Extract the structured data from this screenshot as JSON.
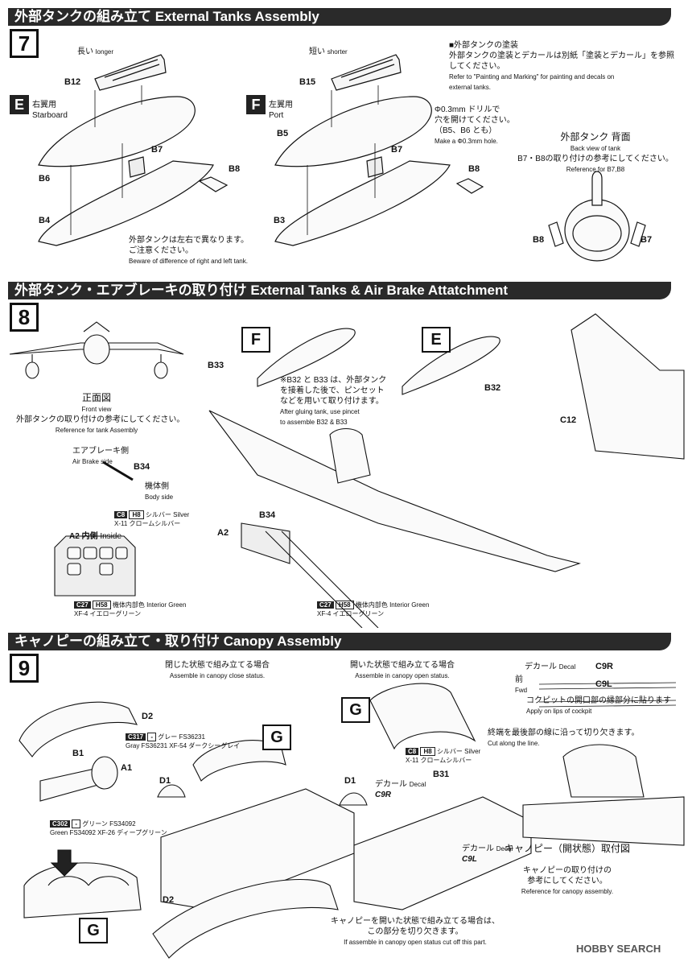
{
  "step7": {
    "number": "7",
    "title": "外部タンクの組み立て External Tanks Assembly",
    "longer_jp": "長い",
    "longer_en": "longer",
    "shorter_jp": "短い",
    "shorter_en": "shorter",
    "E": {
      "letter": "E",
      "jp": "右翼用",
      "en": "Starboard"
    },
    "F": {
      "letter": "F",
      "jp": "左翼用",
      "en": "Port"
    },
    "parts_left": [
      "B12",
      "B6",
      "B4",
      "B7",
      "B8"
    ],
    "parts_right": [
      "B15",
      "B5",
      "B3",
      "B7",
      "B8"
    ],
    "paint_note_title": "■外部タンクの塗装",
    "paint_note_jp": "外部タンクの塗装とデカールは別紙「塗装とデカール」を参照してください。",
    "paint_note_jp1": "外部タンクの塗装とデカールは別紙「塗装とデカール」を参照",
    "paint_note_jp2": "してください。",
    "paint_note_en1": "Refer to \"Painting and Marking\" for painting and   decals on",
    "paint_note_en2": "external tanks.",
    "drill_jp1": "Φ0.3mm ドリルで",
    "drill_jp2": "穴を開けてください。",
    "drill_jp3": "（B5、B6 とも）",
    "drill_en": "Make a Φ0.3mm hole.",
    "back_jp": "外部タンク 背面",
    "back_en": "Back view of tank",
    "back_ref_jp": "B7・B8の取り付けの参考にしてください。",
    "back_ref_en": "Reference for B7,B8",
    "back_parts": [
      "B8",
      "B7"
    ],
    "diff_jp1": "外部タンクは左右で異なります。",
    "diff_jp2": "ご注意ください。",
    "diff_en": "Beware of difference of right and left tank."
  },
  "step8": {
    "number": "8",
    "title": "外部タンク・エアブレーキの取り付け External Tanks & Air Brake Attatchment",
    "front_jp": "正面図",
    "front_en": "Front view",
    "front_ref_jp": "外部タンクの取り付けの参考にしてください。",
    "front_ref_en": "Reference for tank Assembly",
    "airbrake_jp": "エアブレーキ側",
    "airbrake_en": "Air Brake side",
    "body_jp": "機体側",
    "body_en": "Body side",
    "part_b34": "B34",
    "paint_silver": {
      "code": "C8",
      "code2": "H8",
      "jp": "シルバー",
      "en": "Silver",
      "x": "X-11 クロームシルバー"
    },
    "a2_title": "A2 内側",
    "a2_en": "Inside",
    "paint_green": {
      "code": "C27",
      "code2": "H58",
      "jp": "機体内部色",
      "en": "Interior Green",
      "x": "XF-4 イエローグリーン"
    },
    "F": "F",
    "E": "E",
    "parts": [
      "B33",
      "B32",
      "C12",
      "B34",
      "A2"
    ],
    "pincet_jp1": "※B32 と B33 は、外部タンク",
    "pincet_jp2": "を接着した後で、ピンセット",
    "pincet_jp3": "などを用いて取り付けます。",
    "pincet_en1": "After gluing tank, use pincet",
    "pincet_en2": "to assemble B32 & B33"
  },
  "step9": {
    "number": "9",
    "title": "キャノピーの組み立て・取り付け Canopy Assembly",
    "close_jp": "閉じた状態で組み立てる場合",
    "close_en": "Assemble in canopy close status.",
    "open_jp": "開いた状態で組み立てる場合",
    "open_en": "Assemble in canopy open status.",
    "decal_jp": "デカール",
    "decal_en": "Decal",
    "c9r": "C9R",
    "c9l": "C9L",
    "fwd_jp": "前",
    "fwd_en": "Fwd",
    "lips_jp": "コクピットの開口部の縁部分に貼ります",
    "lips_en": "Apply on lips of cockpit",
    "parts_left": [
      "D2",
      "B1",
      "A1",
      "D1",
      "D2"
    ],
    "paint_gray": {
      "code": "C317",
      "code2": "-",
      "jp": "グレー FS36231",
      "en": "Gray FS36231",
      "x": "XF-54 ダークシーグレイ"
    },
    "paint_green2": {
      "code": "C302",
      "code2": "-",
      "jp": "グリーン FS34092",
      "en": "Green FS34092",
      "x": "XF-26 ディープグリーン"
    },
    "G": "G",
    "cut_jp": "終端を最後部の線に沿って切り欠きます。",
    "cut_en": "Cut along the line.",
    "paint_silver": {
      "code": "C8",
      "code2": "H8",
      "jp": "シルバー",
      "en": "Silver",
      "x": "X-11 クロームシルバー"
    },
    "part_b31": "B31",
    "part_d1": "D1",
    "open_note_jp1": "キャノピーを開いた状態で組み立てる場合は、",
    "open_note_jp2": "この部分を切り欠きます。",
    "open_note_en": "If assemble in canopy open status cut off this part.",
    "attach_jp": "キャノピー（開状態）取付図",
    "attach_ref_jp1": "キャノピーの取り付けの",
    "attach_ref_jp2": "参考にしてください。",
    "attach_ref_en": "Reference for canopy assembly."
  },
  "watermark": "HOBBY SEARCH"
}
